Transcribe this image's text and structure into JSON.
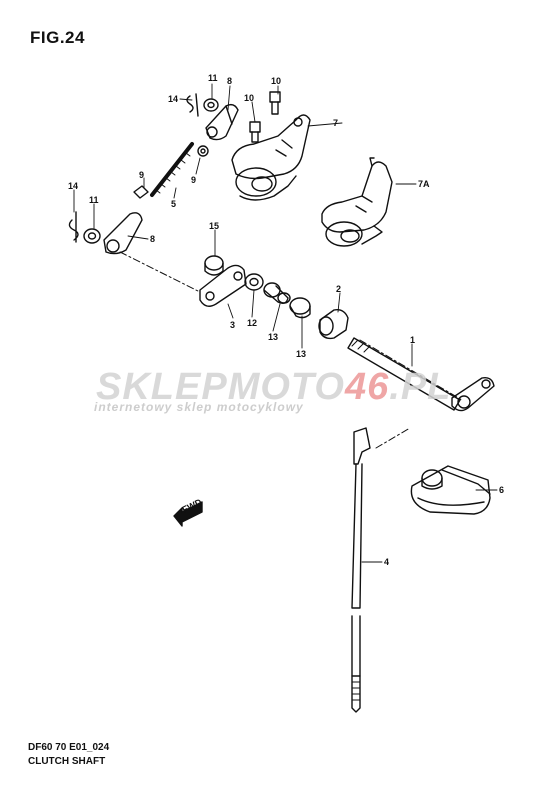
{
  "figure": {
    "title": "FIG.24",
    "model_code": "DF60 70 E01_024",
    "name": "CLUTCH SHAFT"
  },
  "watermark": {
    "brand_main": "SKLEPMOTO",
    "brand_accent": "46",
    "brand_suffix": ".PL",
    "tagline": "internetowy sklep motocyklowy"
  },
  "fwd_badge": "FWD",
  "callouts": {
    "c1": "1",
    "c2": "2",
    "c3": "3",
    "c4": "4",
    "c5": "5",
    "c6": "6",
    "c7": "7",
    "c7a": "7A",
    "c8_top": "8",
    "c8_mid": "8",
    "c9_a": "9",
    "c9_b": "9",
    "c10_a": "10",
    "c10_b": "10",
    "c11_top": "11",
    "c11_left": "11",
    "c12": "12",
    "c13_a": "13",
    "c13_b": "13",
    "c14_top": "14",
    "c14_left": "14",
    "c15": "15"
  },
  "colors": {
    "ink": "#111111",
    "watermark_gray": "#d2d2d2",
    "watermark_red": "#ec9696"
  }
}
